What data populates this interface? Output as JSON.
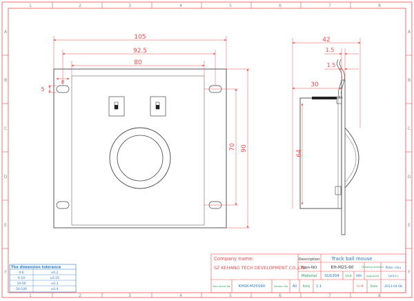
{
  "frame": {
    "top_zones": [
      "1",
      "2",
      "3",
      "4",
      "5",
      "6",
      "7",
      "8"
    ],
    "bottom_zones": [
      "1",
      "2",
      "3",
      "4",
      "5",
      "6",
      "7",
      "8"
    ],
    "left_zones": [
      "A",
      "B",
      "C",
      "D",
      "E",
      "F"
    ],
    "right_zones": [
      "A",
      "B",
      "C",
      "D",
      "E",
      "F"
    ]
  },
  "front_view": {
    "dim_width_outer": "105",
    "dim_width_holes": "92.5",
    "dim_width_cutout": "80",
    "dim_height_outer": "90",
    "dim_height_cutout": "70",
    "dim_slot": "5",
    "dim_slot_width": "8"
  },
  "side_view": {
    "dim_depth_total": "42",
    "dim_panel_1": "1.5",
    "dim_panel_2": "1.5",
    "dim_body_depth": "30",
    "dim_body_height": "64"
  },
  "tolerance_table": {
    "title": "The dimension tolerance",
    "rows": [
      [
        "0-6",
        "±0.2"
      ],
      [
        "6-10",
        "±0.25"
      ],
      [
        "10-50",
        "±0.3"
      ],
      [
        "50-100",
        "±0.4"
      ]
    ]
  },
  "title_block": {
    "company_label": "Company name:",
    "company_name": "SZ KEHANG TECH DEVELOPMENT CO.,LTD.",
    "description_label": "Description",
    "description_value": "Track ball mouse",
    "item_label": "Item-NO",
    "item_value": "KH-M25-90",
    "drawing_label": "Drawing Artwork",
    "drawing_value": "Peter chiu",
    "material_label": "Material",
    "material_value": "SUS304",
    "unit_label": "Unit",
    "unit_value": "MM",
    "approved_label": "Approved",
    "approved_value": "lyra Li",
    "document_label": "Document No",
    "document_value": "KHSK-M25S90",
    "version_label": "Version No",
    "version_value": "A0",
    "ratio_label": "Ratio",
    "ratio_value": "1:1",
    "cr_label": "Cr-R",
    "date_label": "Date",
    "date_value": "2013.04.08"
  },
  "colors": {
    "frame": "#f04a4a",
    "dimension": "#f04a4a",
    "outline": "#333333",
    "title_green": "#22a455",
    "title_blue": "#2277cc",
    "table_blue": "#1f74c8"
  }
}
